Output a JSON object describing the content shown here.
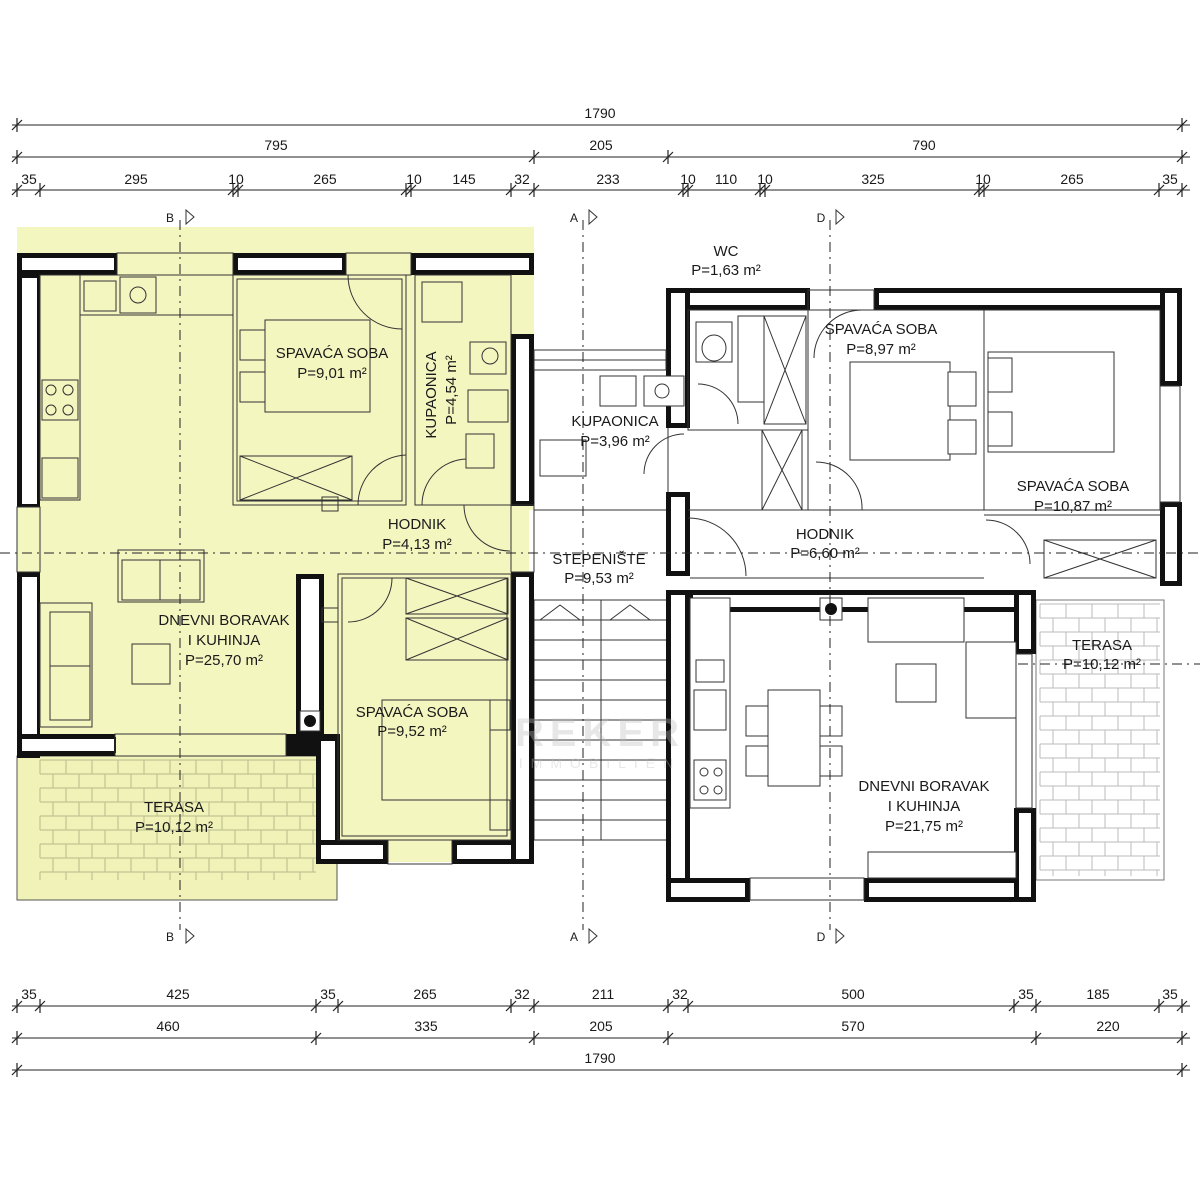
{
  "dimensions": {
    "top_total": "1790",
    "top_mid": [
      "795",
      "205",
      "790"
    ],
    "top_detail": [
      "35",
      "295",
      "10",
      "265",
      "10",
      "145",
      "32",
      "233",
      "10",
      "110",
      "10",
      "325",
      "10",
      "265",
      "35"
    ],
    "bottom_detail": [
      "35",
      "425",
      "35",
      "265",
      "32",
      "211",
      "32",
      "500",
      "35",
      "185",
      "35"
    ],
    "bottom_mid": [
      "460",
      "335",
      "205",
      "570",
      "220"
    ],
    "bottom_total": "1790"
  },
  "sections": {
    "a": "A",
    "b": "B",
    "d": "D"
  },
  "rooms": {
    "wc": {
      "name": "WC",
      "area": "P=1,63 m²"
    },
    "bed_tl": {
      "name": "SPAVAĆA SOBA",
      "area": "P=9,01 m²"
    },
    "bath_l": {
      "name": "KUPAONICA",
      "area": "P=4,54 m²"
    },
    "bath_c": {
      "name": "KUPAONICA",
      "area": "P=3,96 m²"
    },
    "bed_tr": {
      "name": "SPAVAĆA SOBA",
      "area": "P=8,97 m²"
    },
    "bed_rr": {
      "name": "SPAVAĆA SOBA",
      "area": "P=10,87 m²"
    },
    "hall_l": {
      "name": "HODNIK",
      "area": "P=4,13 m²"
    },
    "hall_r": {
      "name": "HODNIK",
      "area": "P=6,60 m²"
    },
    "stairs": {
      "name": "STEPENIŠTE",
      "area": "P=9,53 m²"
    },
    "living_l": {
      "name1": "DNEVNI BORAVAK",
      "name2": "I KUHINJA",
      "area": "P=25,70 m²"
    },
    "bed_bl": {
      "name": "SPAVAĆA SOBA",
      "area": "P=9,52 m²"
    },
    "terrace_l": {
      "name": "TERASA",
      "area": "P=10,12 m²"
    },
    "terrace_r": {
      "name": "TERASA",
      "area": "P=10,12 m²"
    },
    "living_r": {
      "name1": "DNEVNI BORAVAK",
      "name2": "I KUHINJA",
      "area": "P=21,75 m²"
    }
  },
  "watermark": {
    "line1": "REKER",
    "line2": "IMMOBILIEN"
  },
  "colors": {
    "unit_fill": "#f4f6c0",
    "terrace_fill": "#f0f2b8",
    "wall": "#111111",
    "watermark": "#cccccc"
  }
}
